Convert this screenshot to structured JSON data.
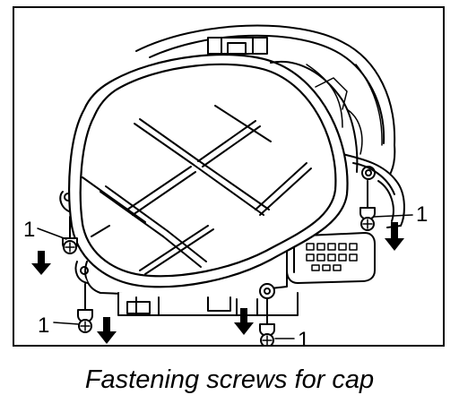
{
  "caption": "Fastening screws for cap",
  "callouts": [
    "1",
    "1",
    "1",
    "1"
  ],
  "colors": {
    "line": "#000000",
    "background": "#ffffff"
  },
  "icons": [
    "screw-icon",
    "down-arrow-icon"
  ]
}
